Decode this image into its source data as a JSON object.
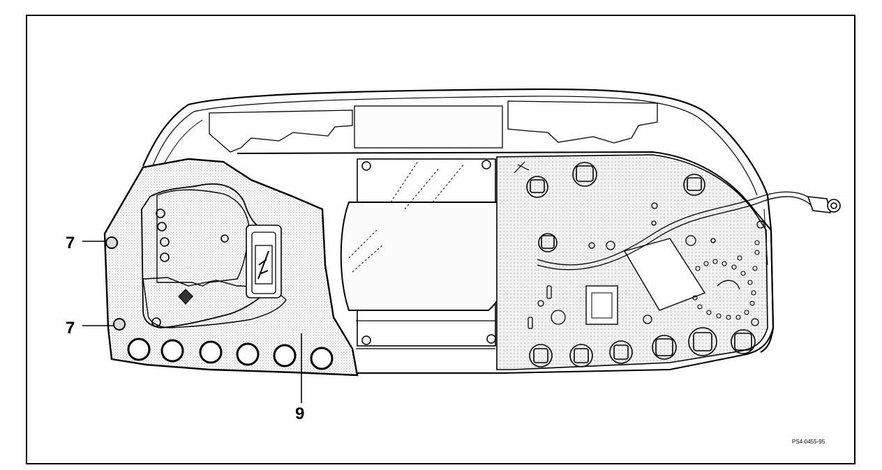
{
  "figure": {
    "callouts": [
      {
        "id": "upper-left-screw",
        "label": "7"
      },
      {
        "id": "lower-left-screw",
        "label": "7"
      },
      {
        "id": "circuit-board",
        "label": "9"
      }
    ],
    "figure_code": "PS4-0455-95"
  },
  "colors": {
    "ink": "#000000",
    "paper": "#ffffff",
    "shade": "#d9d9d9"
  }
}
